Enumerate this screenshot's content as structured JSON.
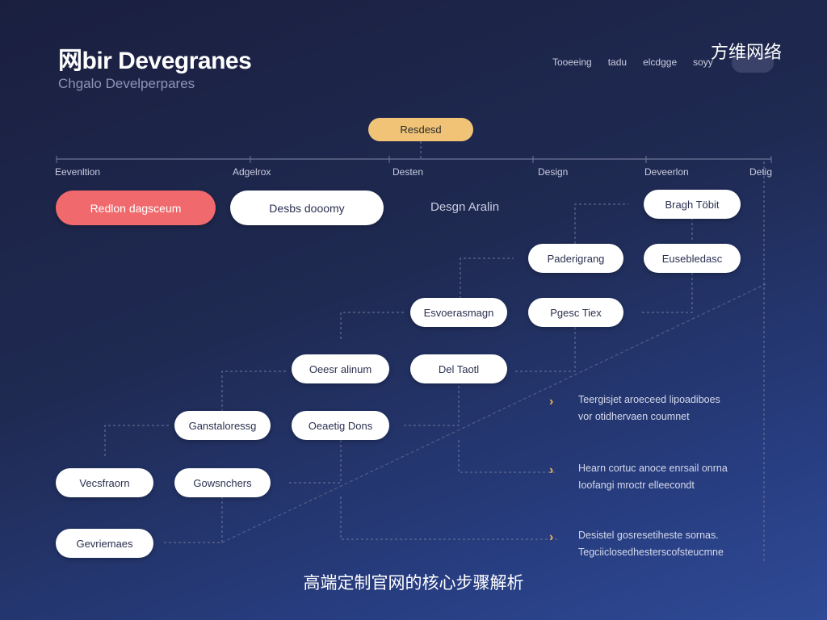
{
  "header": {
    "brand": "网bir Devegranes",
    "subtitle": "Chgalo Develperpares",
    "nav": [
      "Tooeeing",
      "tadu",
      "elcdgge",
      "soyy"
    ],
    "watermark": "方维网络"
  },
  "diagram": {
    "root": "Resdesd",
    "phases": [
      "Eevenltion",
      "Adgelrox",
      "Desten",
      "Design",
      "Deveerlon",
      "Detig"
    ],
    "plain_label": "Desgn Aralin",
    "nodes": [
      "Redlon dagsceum",
      "Desbs dooomy",
      "Bragh Töbit",
      "Paderigrang",
      "Eusebledasc",
      "Esvoerasmagn",
      "Pgesc Tiex",
      "Oeesr alinum",
      "Del Taotl",
      "Ganstaloressg",
      "Oeaetig Dons",
      "Vecsfraorn",
      "Gowsnchers",
      "Gevriemaes"
    ],
    "notes": [
      [
        "Teergisjet aroeceed lipoadiboes",
        "vor otidhervaen coumnet"
      ],
      [
        "Hearn cortuc anoce enrsail onrna",
        "Ioofangi mroctr elleecondt"
      ],
      [
        "Desistel gosresetiheste sornas.",
        "Tegciiclosedhesterscofsteucmne"
      ]
    ]
  },
  "caption": "高端定制官网的核心步骤解析",
  "colors": {
    "accent_node": "#f06a6d",
    "root_pill": "#f0c377",
    "arrow": "#f0b24f"
  }
}
